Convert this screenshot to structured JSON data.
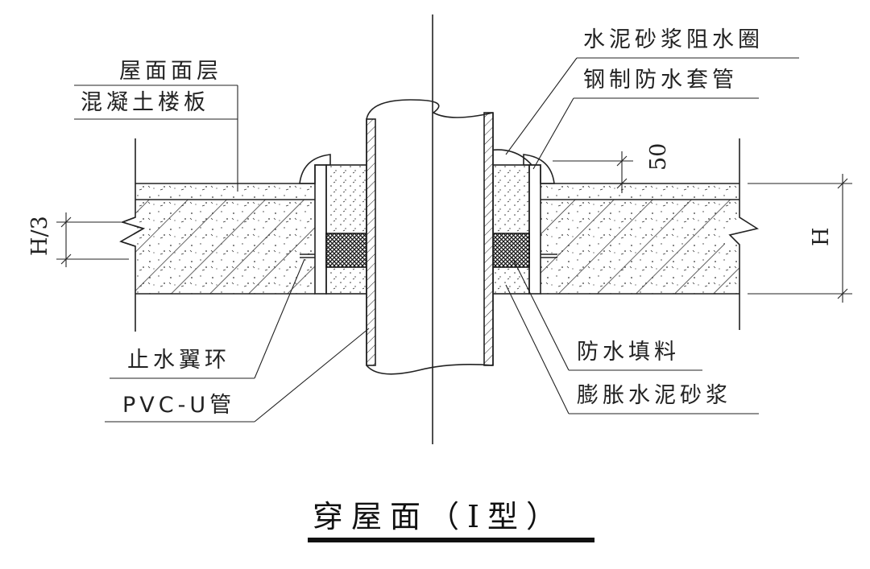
{
  "title": "穿屋面（Ⅰ型）",
  "labels": {
    "roof_surface_layer": "屋面面层",
    "concrete_floor_slab": "混凝土楼板",
    "water_stop_ring": "止水翼环",
    "pvc_u_pipe": "PVC-U管",
    "cement_mortar_water_ring": "水泥砂浆阻水圈",
    "steel_waterproof_sleeve": "钢制防水套管",
    "waterproof_filler": "防水填料",
    "expansive_cement_mortar": "膨胀水泥砂浆"
  },
  "dimensions": {
    "h_third": "H/3",
    "h": "H",
    "fifty": "50"
  },
  "colors": {
    "line": "#222222",
    "background": "#ffffff"
  }
}
